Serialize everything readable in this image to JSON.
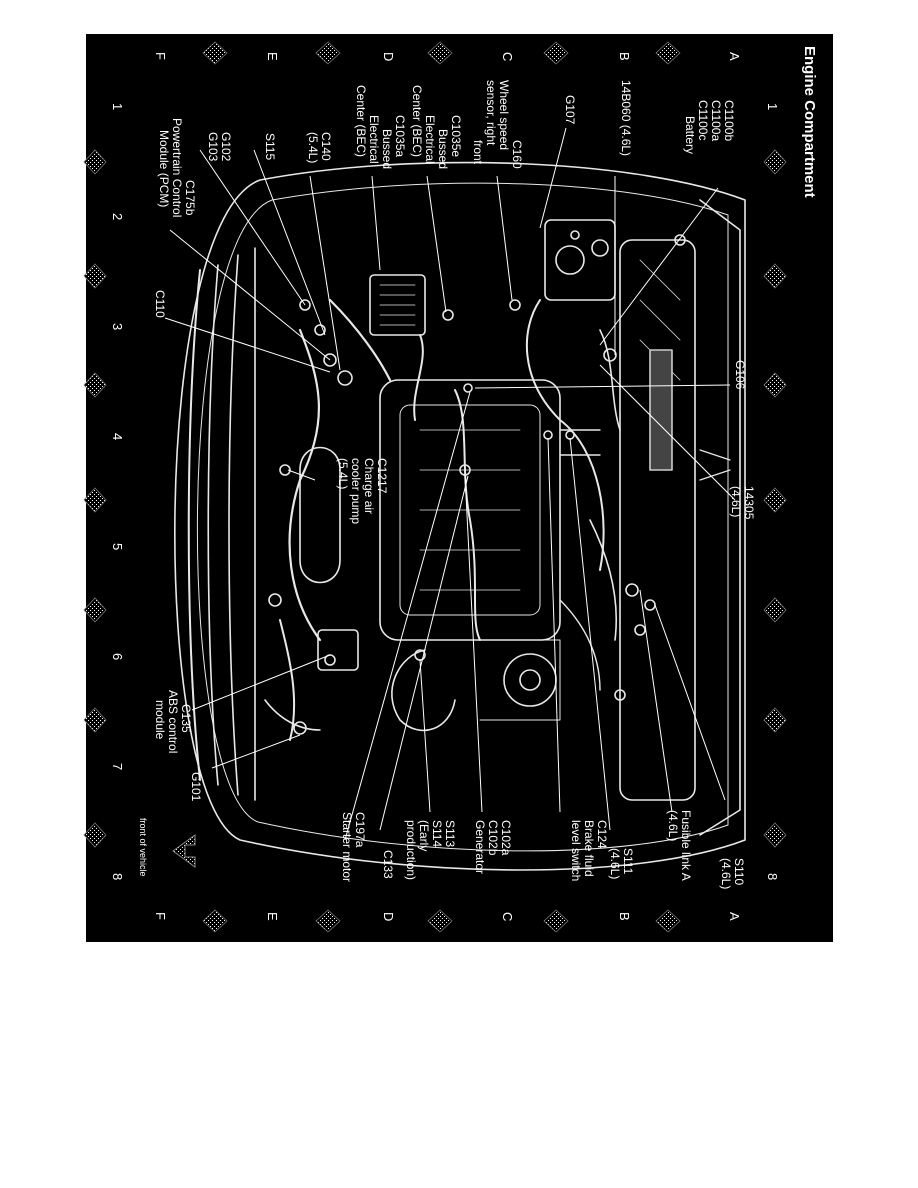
{
  "title": "Engine Compartment",
  "grid": {
    "columns": [
      "1",
      "2",
      "3",
      "4",
      "5",
      "6",
      "7",
      "8"
    ],
    "rows": [
      "A",
      "B",
      "C",
      "D",
      "E",
      "F"
    ]
  },
  "front_of_vehicle": "front of vehicle",
  "callouts": {
    "c1100": [
      "C1100b",
      "C1100a",
      "C1100c",
      "Battery"
    ],
    "b14060": [
      "14B060 (4.6L)"
    ],
    "g107": [
      "G107"
    ],
    "c160": [
      "C160",
      "Wheel speed",
      "sensor, right",
      "front"
    ],
    "c1035e": [
      "C1035e",
      "Bussed",
      "Electrical",
      "Center (BEC)"
    ],
    "c1035a": [
      "C1035a",
      "Bussed",
      "Electrical",
      "Center (BEC)"
    ],
    "c140": [
      "C140",
      "(5.4L)"
    ],
    "s115": [
      "S115"
    ],
    "g102": [
      "G102",
      "G103"
    ],
    "c175b": [
      "C175b",
      "Powertrain Control",
      "Module (PCM)"
    ],
    "c110": [
      "C110"
    ],
    "g106": [
      "G106"
    ],
    "c1217": [
      "C1217",
      "Charge air",
      "cooler pump",
      "(5.4L)"
    ],
    "c14305": [
      "14305",
      "(4.6L)"
    ],
    "c135": [
      "C135",
      "ABS control",
      "module"
    ],
    "g101": [
      "G101"
    ],
    "c197a": [
      "C197a",
      "Starter motor"
    ],
    "c133": [
      "C133"
    ],
    "s113": [
      "S113",
      "S114",
      "(Early",
      "production)"
    ],
    "c102": [
      "C102a",
      "C102b",
      "Generator"
    ],
    "c124": [
      "C124",
      "Brake fluid",
      "level switch"
    ],
    "s111": [
      "S111",
      "(4.6L)"
    ],
    "fusible": [
      "Fusible link A",
      "(4.6L)"
    ],
    "s110": [
      "S110",
      "(4.6L)"
    ]
  },
  "colors": {
    "background": "#000000",
    "foreground": "#ffffff"
  }
}
